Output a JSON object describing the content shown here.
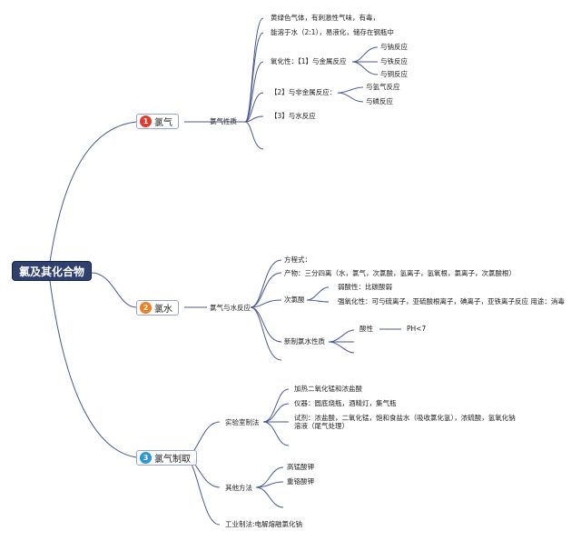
{
  "colors": {
    "root_bg": "#2f3f6e",
    "line": "#4a5a94",
    "badge1": "#e23b2e",
    "badge2": "#f07d22",
    "badge3": "#2b98d5"
  },
  "root": {
    "label": "氯及其化合物"
  },
  "branch1": {
    "badge": "1",
    "label": "氯气",
    "sub": "氯气性质",
    "lines": {
      "l1": "黄绿色气体，有刺激性气味，有毒，",
      "l2": "能溶于水（2:1），易液化，储存在钢瓶中",
      "l3": "氧化性：【1】与金属反应",
      "l3a": "与钠反应",
      "l3b": "与铁反应",
      "l3c": "与铜反应",
      "l4": "【2】与非金属反应：",
      "l4a": "与氢气反应",
      "l4b": "与磷反应",
      "l5": "【3】与水反应"
    }
  },
  "branch2": {
    "badge": "2",
    "label": "氯水",
    "sub": "氯气与水反应",
    "lines": {
      "l1": "方程式：",
      "l2": "产物：三分四离（水，氯气，次氯酸，氢离子，氢氧根，氯离子，次氯酸根）",
      "l3": "次氯酸",
      "l3a": "弱酸性：比碳酸弱",
      "l3b": "强氧化性：可与硫离子，亚硫酸根离子，碘离子，亚铁离子反应 用途：消毒",
      "l4": "新制氯水性质",
      "l4a": "酸性",
      "l4b": "PH<7"
    }
  },
  "branch3": {
    "badge": "3",
    "label": "氯气制取",
    "sub1": "实验室制法",
    "sub1_lines": {
      "l1": "加热二氧化锰和浓盐酸",
      "l2": "仪器：圆底烧瓶，酒精灯，集气瓶",
      "l3": "试剂：浓盐酸，二氧化锰，饱和食盐水（吸收氯化氢），浓硫酸，氢氧化钠溶液（尾气处理）"
    },
    "sub2": "其他方法",
    "sub2_lines": {
      "l1": "高锰酸钾",
      "l2": "重铬酸钾"
    },
    "sub3": "工业制法:电解熔融氯化钠"
  }
}
